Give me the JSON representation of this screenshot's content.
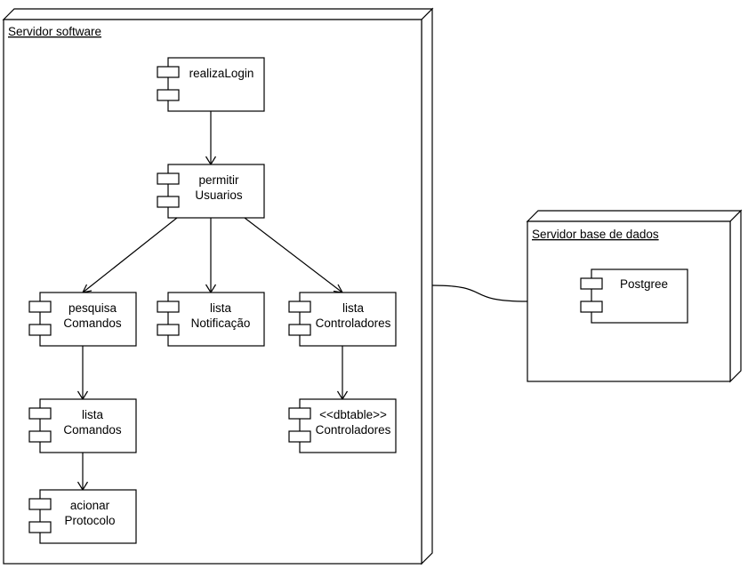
{
  "nodes": {
    "servidor_software": {
      "title": "Servidor software"
    },
    "servidor_bd": {
      "title": "Servidor base de dados"
    }
  },
  "components": {
    "realiza_login": {
      "lines": [
        "realizaLogin"
      ]
    },
    "permitir_usuarios": {
      "lines": [
        "permitir",
        "Usuarios"
      ]
    },
    "pesquisa_comandos": {
      "lines": [
        "pesquisa",
        "Comandos"
      ]
    },
    "lista_notificacao": {
      "lines": [
        "lista",
        "Notificação"
      ]
    },
    "lista_controladores": {
      "lines": [
        "lista",
        "Controladores"
      ]
    },
    "lista_comandos": {
      "lines": [
        "lista",
        "Comandos"
      ]
    },
    "dbtable_controladores": {
      "lines": [
        "<<dbtable>>",
        "Controladores"
      ]
    },
    "acionar_protocolo": {
      "lines": [
        "acionar",
        "Protocolo"
      ]
    },
    "postgree": {
      "lines": [
        "Postgree"
      ]
    }
  },
  "colors": {
    "stroke": "#000000",
    "fill": "#ffffff"
  }
}
